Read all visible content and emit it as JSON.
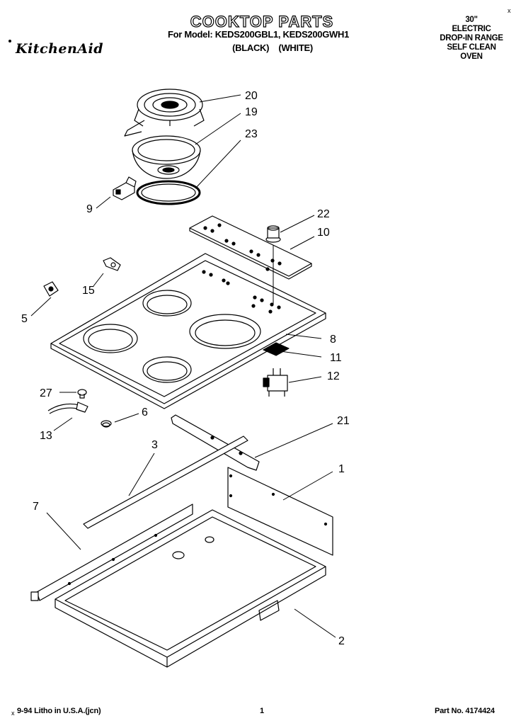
{
  "header": {
    "title": "COOKTOP PARTS",
    "model_line": "For Model: KEDS200GBL1, KEDS200GWH1",
    "color_line": "(BLACK)    (WHITE)",
    "brand": "KitchenAid",
    "spec_lines": [
      "30\"",
      "ELECTRIC",
      "DROP-IN RANGE",
      "SELF CLEAN",
      "OVEN"
    ],
    "corner_mark": "x"
  },
  "callouts": {
    "p20": "20",
    "p19": "19",
    "p23": "23",
    "p9": "9",
    "p22": "22",
    "p10": "10",
    "p15": "15",
    "p5": "5",
    "p8": "8",
    "p11": "11",
    "p12": "12",
    "p27": "27",
    "p6": "6",
    "p13": "13",
    "p21": "21",
    "p3": "3",
    "p1": "1",
    "p7": "7",
    "p2": "2"
  },
  "footer": {
    "litho": "9-94 Litho in U.S.A.(jcn)",
    "litho_mark": "x",
    "page_number": "1",
    "part_number": "Part No. 4174424"
  }
}
